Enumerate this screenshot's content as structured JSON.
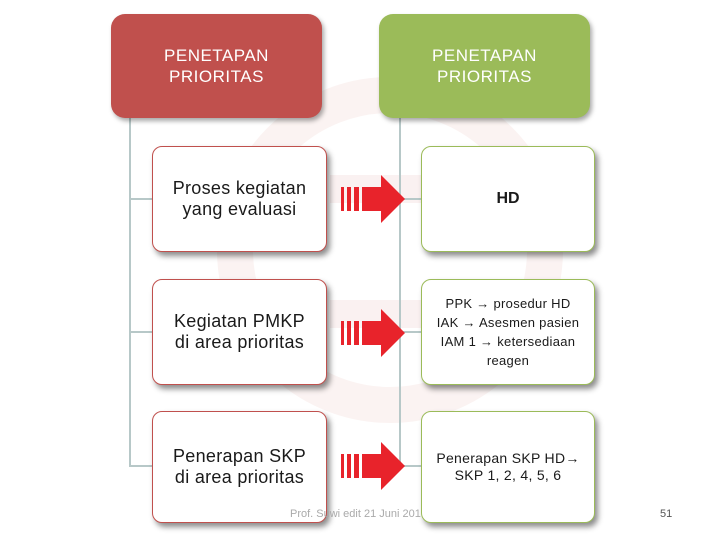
{
  "headers": {
    "left": "PENETAPAN\nPRIORITAS",
    "right": "PENETAPAN\nPRIORITAS"
  },
  "rows": [
    {
      "left": "Proses kegiatan\nyang evaluasi",
      "right": "HD"
    },
    {
      "left": "Kegiatan PMKP\ndi area prioritas",
      "right": "PPK → prosedur HD\nIAK → Asesmen pasien\nIAM 1 → ketersediaan\nreagen"
    },
    {
      "left": "Penerapan SKP\ndi area prioritas",
      "right": "Penerapan SKP HD→\nSKP 1, 2, 4, 5, 6"
    }
  ],
  "footer": {
    "left": "Prof. Suwi edit 21 Juni 201",
    "page_number": "51"
  },
  "colors": {
    "left_accent": "#c0504d",
    "right_accent": "#9bbb59",
    "arrow": "#e8232b"
  }
}
